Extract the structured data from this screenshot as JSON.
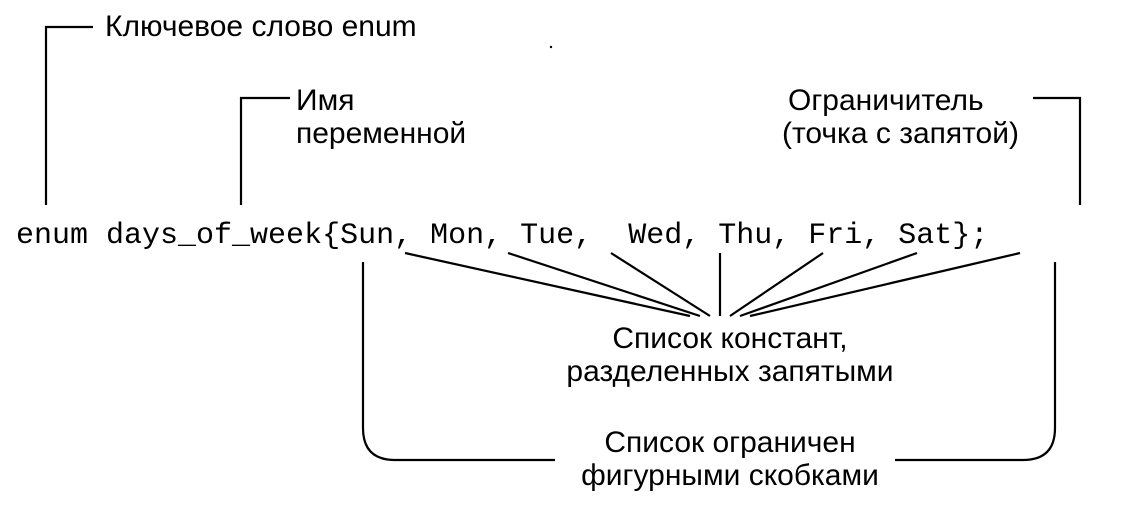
{
  "labels": {
    "keyword": "Ключевое слово enum",
    "var_name_line1": "Имя",
    "var_name_line2": "переменной",
    "terminator_line1": "Ограничитель",
    "terminator_line2": "(точка с запятой)",
    "constants_line1": "Список констант,",
    "constants_line2": "разделенных запятыми",
    "braces_line1": "Список ограничен",
    "braces_line2": "фигурными скобками"
  },
  "code": {
    "keyword": "enum",
    "name": "days_of_week",
    "open_brace": "{",
    "constants": [
      "Sun",
      "Mon",
      "Tue",
      "Wed",
      "Thu",
      "Fri",
      "Sat"
    ],
    "close_brace": "}",
    "terminator": ";"
  }
}
